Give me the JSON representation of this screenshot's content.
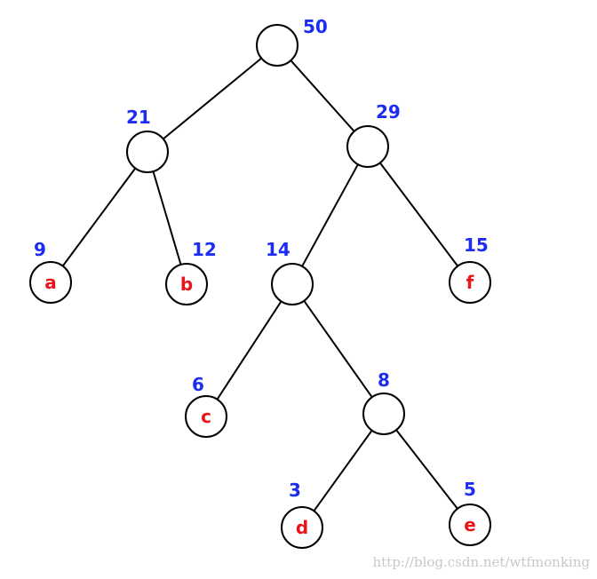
{
  "colors": {
    "weight": "#1c2cf0",
    "leaf_letter": "#e8141a",
    "line": "#000000"
  },
  "tree": {
    "nodes": [
      {
        "id": "root",
        "weight": "50",
        "letter": ""
      },
      {
        "id": "n21",
        "weight": "21",
        "letter": ""
      },
      {
        "id": "n29",
        "weight": "29",
        "letter": ""
      },
      {
        "id": "leaf-a",
        "weight": "9",
        "letter": "a"
      },
      {
        "id": "leaf-b",
        "weight": "12",
        "letter": "b"
      },
      {
        "id": "n14",
        "weight": "14",
        "letter": ""
      },
      {
        "id": "leaf-f",
        "weight": "15",
        "letter": "f"
      },
      {
        "id": "leaf-c",
        "weight": "6",
        "letter": "c"
      },
      {
        "id": "n8",
        "weight": "8",
        "letter": ""
      },
      {
        "id": "leaf-d",
        "weight": "3",
        "letter": "d"
      },
      {
        "id": "leaf-e",
        "weight": "5",
        "letter": "e"
      }
    ],
    "edges": [
      [
        "root",
        "n21"
      ],
      [
        "root",
        "n29"
      ],
      [
        "n21",
        "leaf-a"
      ],
      [
        "n21",
        "leaf-b"
      ],
      [
        "n29",
        "n14"
      ],
      [
        "n29",
        "leaf-f"
      ],
      [
        "n14",
        "leaf-c"
      ],
      [
        "n14",
        "n8"
      ],
      [
        "n8",
        "leaf-d"
      ],
      [
        "n8",
        "leaf-e"
      ]
    ]
  },
  "watermark": "http://blog.csdn.net/wtfmonking"
}
